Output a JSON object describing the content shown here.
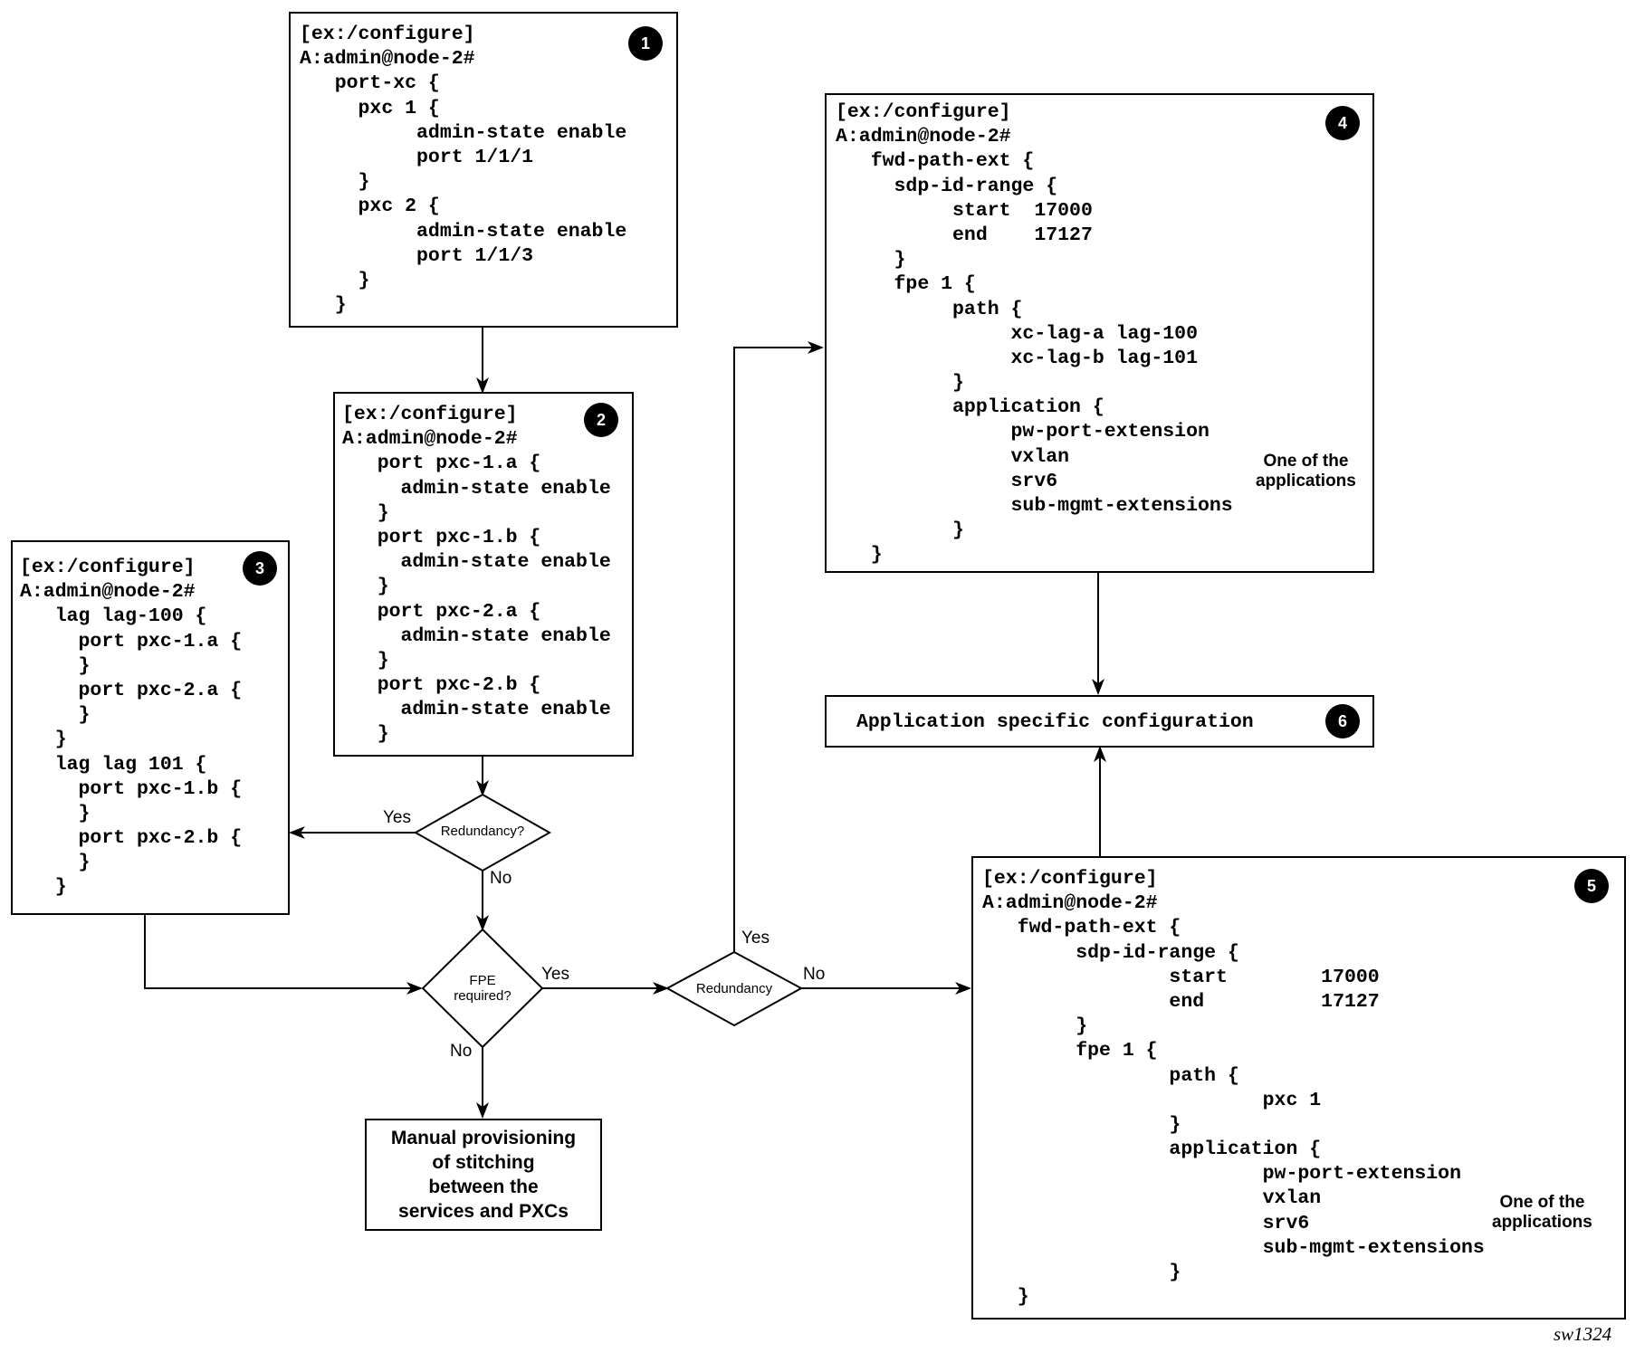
{
  "boxes": {
    "box1": {
      "number": "1",
      "lines": [
        "[ex:/configure]",
        "A:admin@node-2#",
        "   port-xc {",
        "     pxc 1 {",
        "          admin-state enable",
        "          port 1/1/1",
        "     }",
        "     pxc 2 {",
        "          admin-state enable",
        "          port 1/1/3",
        "     }",
        "   }"
      ]
    },
    "box2": {
      "number": "2",
      "lines": [
        "[ex:/configure]",
        "A:admin@node-2#",
        "   port pxc-1.a {",
        "     admin-state enable",
        "   }",
        "   port pxc-1.b {",
        "     admin-state enable",
        "   }",
        "   port pxc-2.a {",
        "     admin-state enable",
        "   }",
        "   port pxc-2.b {",
        "     admin-state enable",
        "   }"
      ]
    },
    "box3": {
      "number": "3",
      "lines": [
        "[ex:/configure]",
        "A:admin@node-2#",
        "   lag lag-100 {",
        "     port pxc-1.a {",
        "     }",
        "     port pxc-2.a {",
        "     }",
        "   }",
        "   lag lag 101 {",
        "     port pxc-1.b {",
        "     }",
        "     port pxc-2.b {",
        "     }",
        "   }"
      ]
    },
    "box4": {
      "number": "4",
      "lines": [
        "[ex:/configure]",
        "A:admin@node-2#",
        "   fwd-path-ext {",
        "     sdp-id-range {",
        "          start  17000",
        "          end    17127",
        "     }",
        "     fpe 1 {",
        "          path {",
        "               xc-lag-a lag-100",
        "               xc-lag-b lag-101",
        "          }",
        "          application {",
        "               pw-port-extension",
        "               vxlan",
        "               srv6",
        "               sub-mgmt-extensions",
        "          }",
        "   }"
      ]
    },
    "box5": {
      "number": "5",
      "lines": [
        "[ex:/configure]",
        "A:admin@node-2#",
        "   fwd-path-ext {",
        "        sdp-id-range {",
        "                start        17000",
        "                end          17127",
        "        }",
        "        fpe 1 {",
        "                path {",
        "                        pxc 1",
        "                }",
        "                application {",
        "                        pw-port-extension",
        "                        vxlan",
        "                        srv6",
        "                        sub-mgmt-extensions",
        "                }",
        "   }"
      ]
    },
    "box6": {
      "number": "6",
      "text": "Application specific configuration"
    }
  },
  "decisions": {
    "redundancy_top": "Redundancy?",
    "fpe_required": [
      "FPE",
      "required?"
    ],
    "redundancy_mid": "Redundancy"
  },
  "edge_labels": {
    "yes_redundancy_top": "Yes",
    "no_redundancy_top": "No",
    "yes_fpe": "Yes",
    "no_fpe": "No",
    "yes_redundancy_mid": "Yes",
    "no_redundancy_mid": "No"
  },
  "manual_box": [
    "Manual provisioning",
    "of stitching",
    "between the",
    "services and PXCs"
  ],
  "bracket_labels": {
    "box4": [
      "One of the",
      "applications"
    ],
    "box5": [
      "One of the",
      "applications"
    ]
  },
  "figure_id": "sw1324"
}
